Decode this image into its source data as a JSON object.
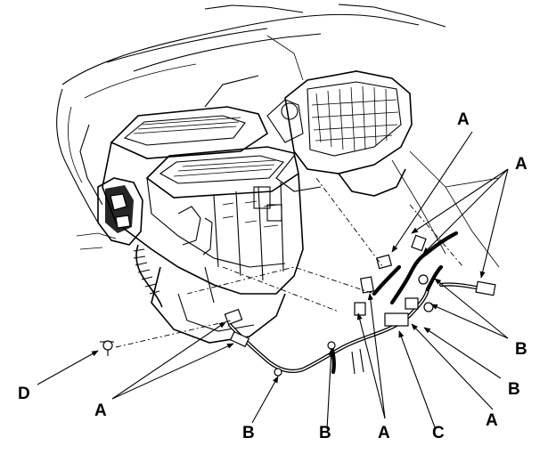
{
  "callouts": {
    "a1": "A",
    "a2": "A",
    "a3": "A",
    "a4": "A",
    "a5": "A",
    "b1": "B",
    "b2": "B",
    "b3": "B",
    "b4": "B",
    "c": "C",
    "d": "D"
  }
}
